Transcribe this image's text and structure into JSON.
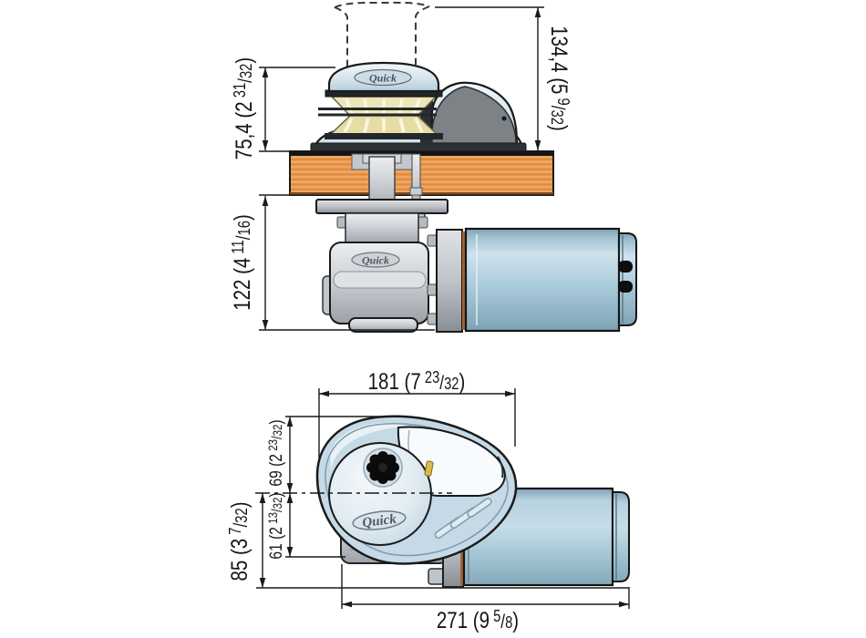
{
  "brand": "Quick",
  "side_view": {
    "dims": {
      "overall_height": {
        "m": "134,4 (5",
        "fn": "9",
        "sl": "/",
        "fd": "32",
        "cl": ")"
      },
      "above_deck": {
        "m": "75,4 (2",
        "fn": "31",
        "sl": "/",
        "fd": "32",
        "cl": ")"
      },
      "below_deck": {
        "m": "122 (4",
        "fn": "11",
        "sl": "/",
        "fd": "16",
        "cl": ")"
      }
    }
  },
  "top_view": {
    "dims": {
      "body_width": {
        "m": "181 (7",
        "fn": "23",
        "sl": "/",
        "fd": "32",
        "cl": ")"
      },
      "center_to_chain": {
        "m": "69 (2",
        "fn": "23",
        "sl": "/",
        "fd": "32",
        "cl": ")"
      },
      "center_to_base": {
        "m": "61 (2",
        "fn": "13",
        "sl": "/",
        "fd": "32",
        "cl": ")"
      },
      "center_to_edge": {
        "m": "85 (3",
        "fn": "7",
        "sl": "/",
        "fd": "32",
        "cl": ")"
      },
      "overall_length": {
        "m": "271 (9",
        "fn": "5",
        "sl": "/",
        "fd": "8",
        "cl": ")"
      }
    }
  },
  "colors": {
    "deck_wood": "#eda25e",
    "housing_blue": "#c5d9e6",
    "motor_blue": "#a9cada",
    "metal_gray": "#c7cbd0",
    "gypsy_cream": "#eee5b8",
    "panel_white": "#f7fbfd",
    "line": "#1a1a1a"
  }
}
